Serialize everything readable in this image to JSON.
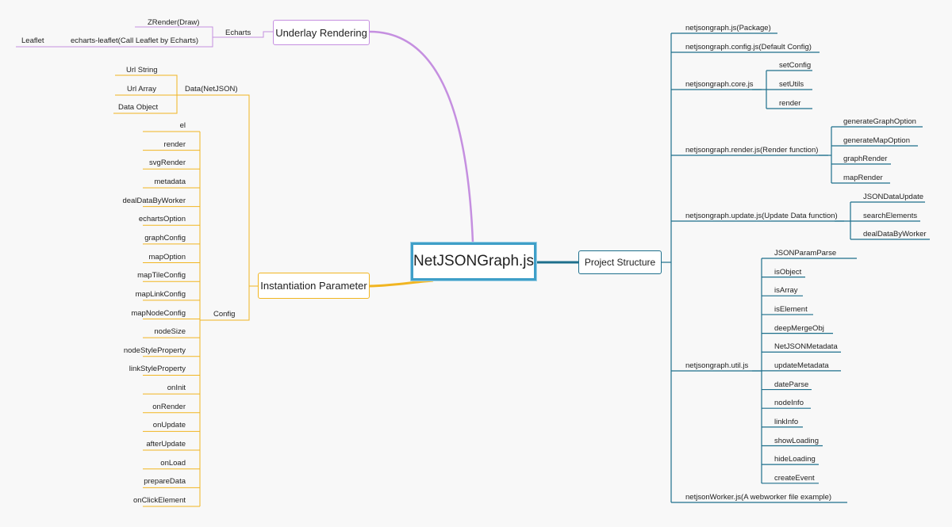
{
  "central": "NetJSONGraph.js",
  "underlay": {
    "label": "Underlay Rendering",
    "echarts": "Echarts",
    "zrender": "ZRender(Draw)",
    "echarts_leaflet": "echarts-leaflet(Call Leaflet by Echarts)",
    "leaflet": "Leaflet"
  },
  "instantiation": {
    "label": "Instantiation Parameter",
    "data_label": "Data(NetJSON)",
    "data_items": [
      "Url String",
      "Url Array",
      "Data Object"
    ],
    "config_label": "Config",
    "config_items": [
      "el",
      "render",
      "svgRender",
      "metadata",
      "dealDataByWorker",
      "echartsOption",
      "graphConfig",
      "mapOption",
      "mapTileConfig",
      "mapLinkConfig",
      "mapNodeConfig",
      "nodeSize",
      "nodeStyleProperty",
      "linkStyleProperty",
      "onInit",
      "onRender",
      "onUpdate",
      "afterUpdate",
      "onLoad",
      "prepareData",
      "onClickElement"
    ]
  },
  "project": {
    "label": "Project Structure",
    "package": "netjsongraph.js(Package)",
    "config": "netjsongraph.config.js(Default Config)",
    "core": "netjsongraph.core.js",
    "core_items": [
      "setConfig",
      "setUtils",
      "render"
    ],
    "render": "netjsongraph.render.js(Render function)",
    "render_items": [
      "generateGraphOption",
      "generateMapOption",
      "graphRender",
      "mapRender"
    ],
    "update": "netjsongraph.update.js(Update Data function)",
    "update_items": [
      "JSONDataUpdate",
      "searchElements",
      "dealDataByWorker"
    ],
    "util": "netjsongraph.util.js",
    "util_items": [
      "JSONParamParse",
      "isObject",
      "isArray",
      "isElement",
      "deepMergeObj",
      "NetJSONMetadata",
      "updateMetadata",
      "dateParse",
      "nodeInfo",
      "linkInfo",
      "showLoading",
      "hideLoading",
      "createEvent"
    ],
    "worker": "netjsonWorker.js(A webworker file example)"
  },
  "colors": {
    "underlay": "#c58fe0",
    "instantiation": "#f1b521",
    "project": "#1d6f8c",
    "central": "#3f9fc8"
  }
}
